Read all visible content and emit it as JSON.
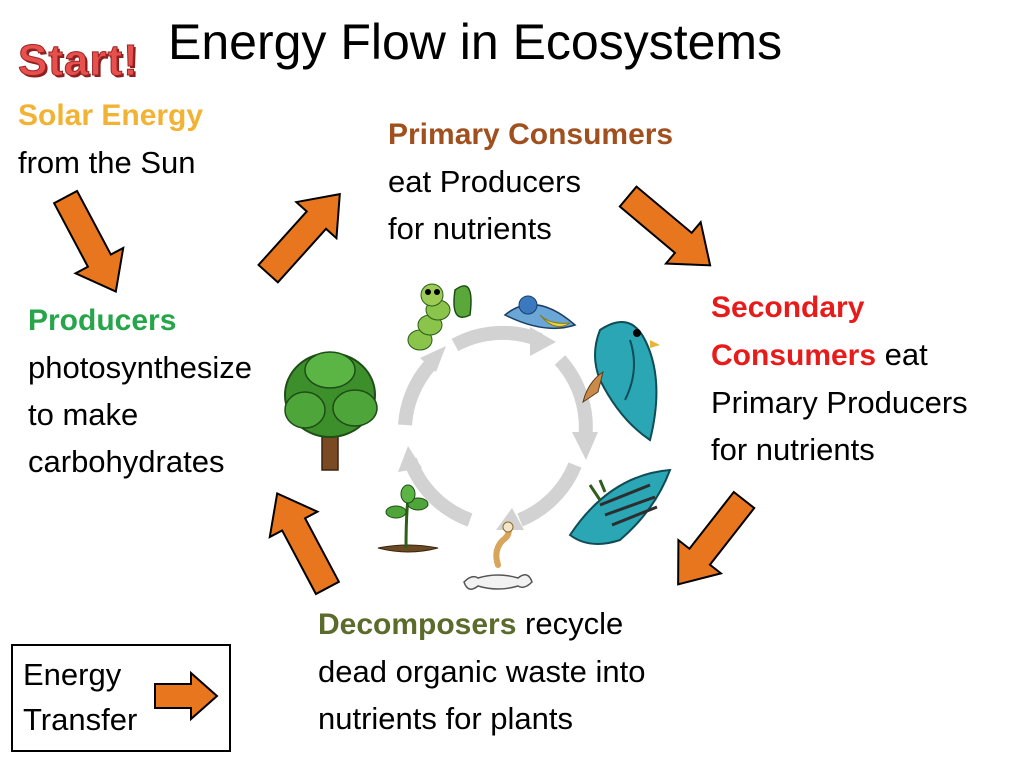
{
  "title": "Energy Flow in Ecosystems",
  "start_label": "Start!",
  "solar": {
    "head": "Solar Energy",
    "line1": "from the Sun"
  },
  "primary": {
    "head": "Primary Consumers",
    "line1": "eat Producers",
    "line2": "for nutrients"
  },
  "producers": {
    "head": "Producers",
    "line1": "photosynthesize",
    "line2": "to make",
    "line3": "carbohydrates"
  },
  "secondary": {
    "head1": "Secondary",
    "head2": "Consumers",
    "tail2": " eat",
    "line3": "Primary Producers",
    "line4": "for nutrients"
  },
  "decomposers": {
    "head": "Decomposers",
    "tail1": " recycle",
    "line2": "dead organic waste into",
    "line3": "nutrients for plants"
  },
  "legend": {
    "line1": "Energy",
    "line2": "Transfer"
  },
  "colors": {
    "arrow_fill": "#e8761e",
    "arrow_stroke": "#000000",
    "solar": "#f2b233",
    "primary": "#a0501e",
    "producers": "#27a54b",
    "secondary": "#e81b1b",
    "decomposers": "#5a6b2c",
    "start": "#e8504e"
  },
  "illustrations": [
    "caterpillar",
    "bird-blue-tit",
    "hawk",
    "dead-hawk",
    "bone-worm",
    "seedling",
    "oak-tree",
    "cycle-arrows"
  ]
}
